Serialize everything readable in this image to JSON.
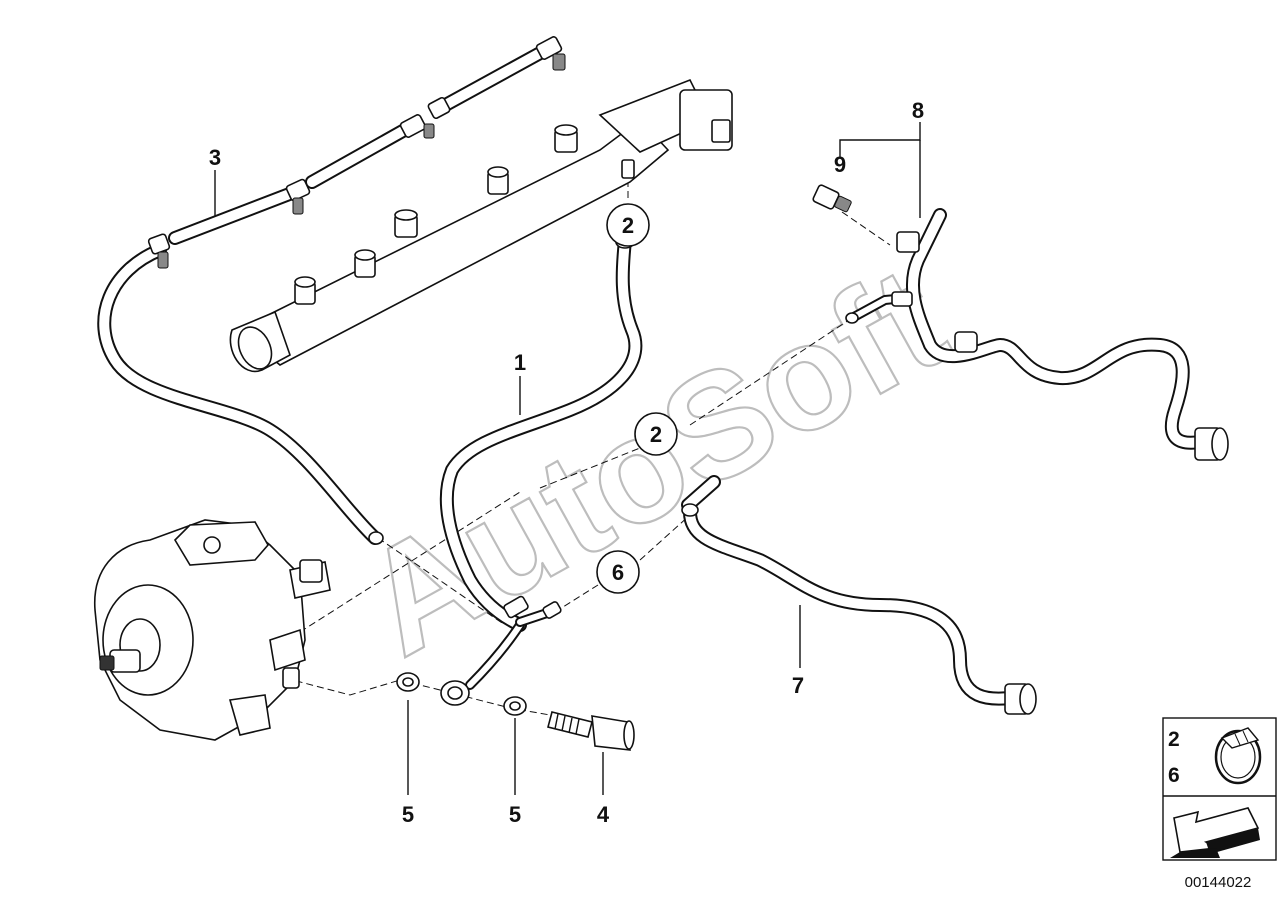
{
  "callouts": {
    "c1": "1",
    "c2a": "2",
    "c2b": "2",
    "c3": "3",
    "c4": "4",
    "c5a": "5",
    "c5b": "5",
    "c6": "6",
    "c7": "7",
    "c8": "8",
    "c9": "9"
  },
  "legend": {
    "item1": "2",
    "item2": "6"
  },
  "watermark": "AutoSoft",
  "reference_number": "00144022"
}
